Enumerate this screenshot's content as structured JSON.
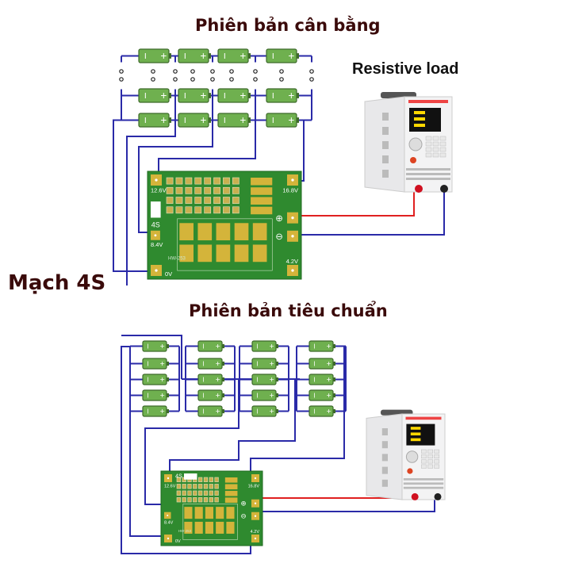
{
  "titles": {
    "balanced_version": "Phiên bản cân bằng",
    "standard_version": "Phiên bản tiêu chuẩn",
    "resistive_load": "Resistive load",
    "circuit_name": "Mạch 4S"
  },
  "battery": {
    "negative_symbol": "I",
    "positive_symbol": "+"
  },
  "bms_board": {
    "pad_labels": {
      "v12_6": "12.6V",
      "v8_4": "8.4V",
      "v0": "0V",
      "v16_8": "16.8V",
      "v4_2": "4.2V"
    },
    "series_marker": "4S",
    "model": "HW-253",
    "plus_symbol": "⊕",
    "minus_symbol": "⊖"
  },
  "colors": {
    "wire": "#2a2aa8",
    "positive_wire": "#e02020",
    "battery_fill": "#6fb04f",
    "battery_border": "#3d6a2a",
    "pcb": "#2f8a2f",
    "pad": "#d4b43a",
    "title": "#3a0a0a"
  },
  "top_diagram": {
    "series_groups": 4,
    "parallel_rows_shown": 3
  },
  "bottom_diagram": {
    "series_groups": 4,
    "parallel_per_group": 5
  }
}
